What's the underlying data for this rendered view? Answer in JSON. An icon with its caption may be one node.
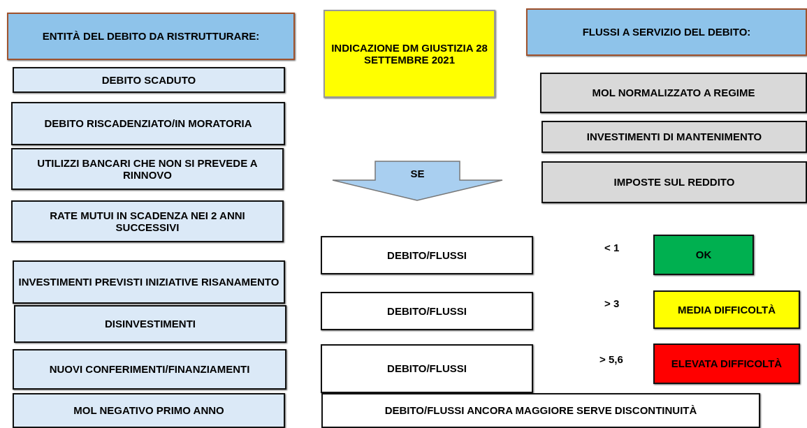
{
  "diagram": {
    "nodes": [
      {
        "text": [
          "ENTITÀ DEL DEBITO DA RISTRUTTURARE:"
        ]
      },
      {
        "text": [
          "DEBITO SCADUTO"
        ]
      },
      {
        "text": [
          "DEBITO RISCADENZIATO/IN MORATORIA"
        ]
      },
      {
        "text": [
          "UTILIZZI BANCARI CHE NON SI PREVEDE A RINNOVO"
        ]
      },
      {
        "text": [
          "RATE MUTUI IN SCADENZA NEI 2 ANNI SUCCESSIVI"
        ]
      },
      {
        "text": [
          "INVESTIMENTI PREVISTI INIZIATIVE RISANAMENTO"
        ]
      },
      {
        "text": [
          "DISINVESTIMENTI"
        ]
      },
      {
        "text": [
          "NUOVI CONFERIMENTI/FINANZIAMENTI"
        ]
      },
      {
        "text": [
          "MOL NEGATIVO PRIMO ANNO"
        ]
      },
      {
        "text": [
          "INDICAZIONE DM GIUSTIZIA 28 SETTEMBRE 2021"
        ]
      },
      {
        "text": [
          "SE"
        ]
      },
      {
        "text": [
          "FLUSSI A SERVIZIO DEL DEBITO:"
        ]
      },
      {
        "text": [
          "MOL NORMALIZZATO A REGIME"
        ]
      },
      {
        "text": [
          "INVESTIMENTI DI MANTENIMENTO"
        ]
      },
      {
        "text": [
          "IMPOSTE SUL REDDITO"
        ]
      },
      {
        "text": [
          "DEBITO/FLUSSI"
        ]
      },
      {
        "text": [
          "OK"
        ]
      },
      {
        "text": [
          "DEBITO/FLUSSI"
        ]
      },
      {
        "text": [
          "MEDIA DIFFICOLTÀ"
        ]
      },
      {
        "text": [
          "DEBITO/FLUSSI"
        ]
      },
      {
        "text": [
          "ELEVATA DIFFICOLTÀ"
        ]
      },
      {
        "text": [
          "DEBITO/FLUSSI ANCORA MAGGIORE SERVE DISCONTINUITÀ"
        ]
      }
    ],
    "labels": [
      "< 1",
      "> 3",
      "> 5,6"
    ]
  }
}
